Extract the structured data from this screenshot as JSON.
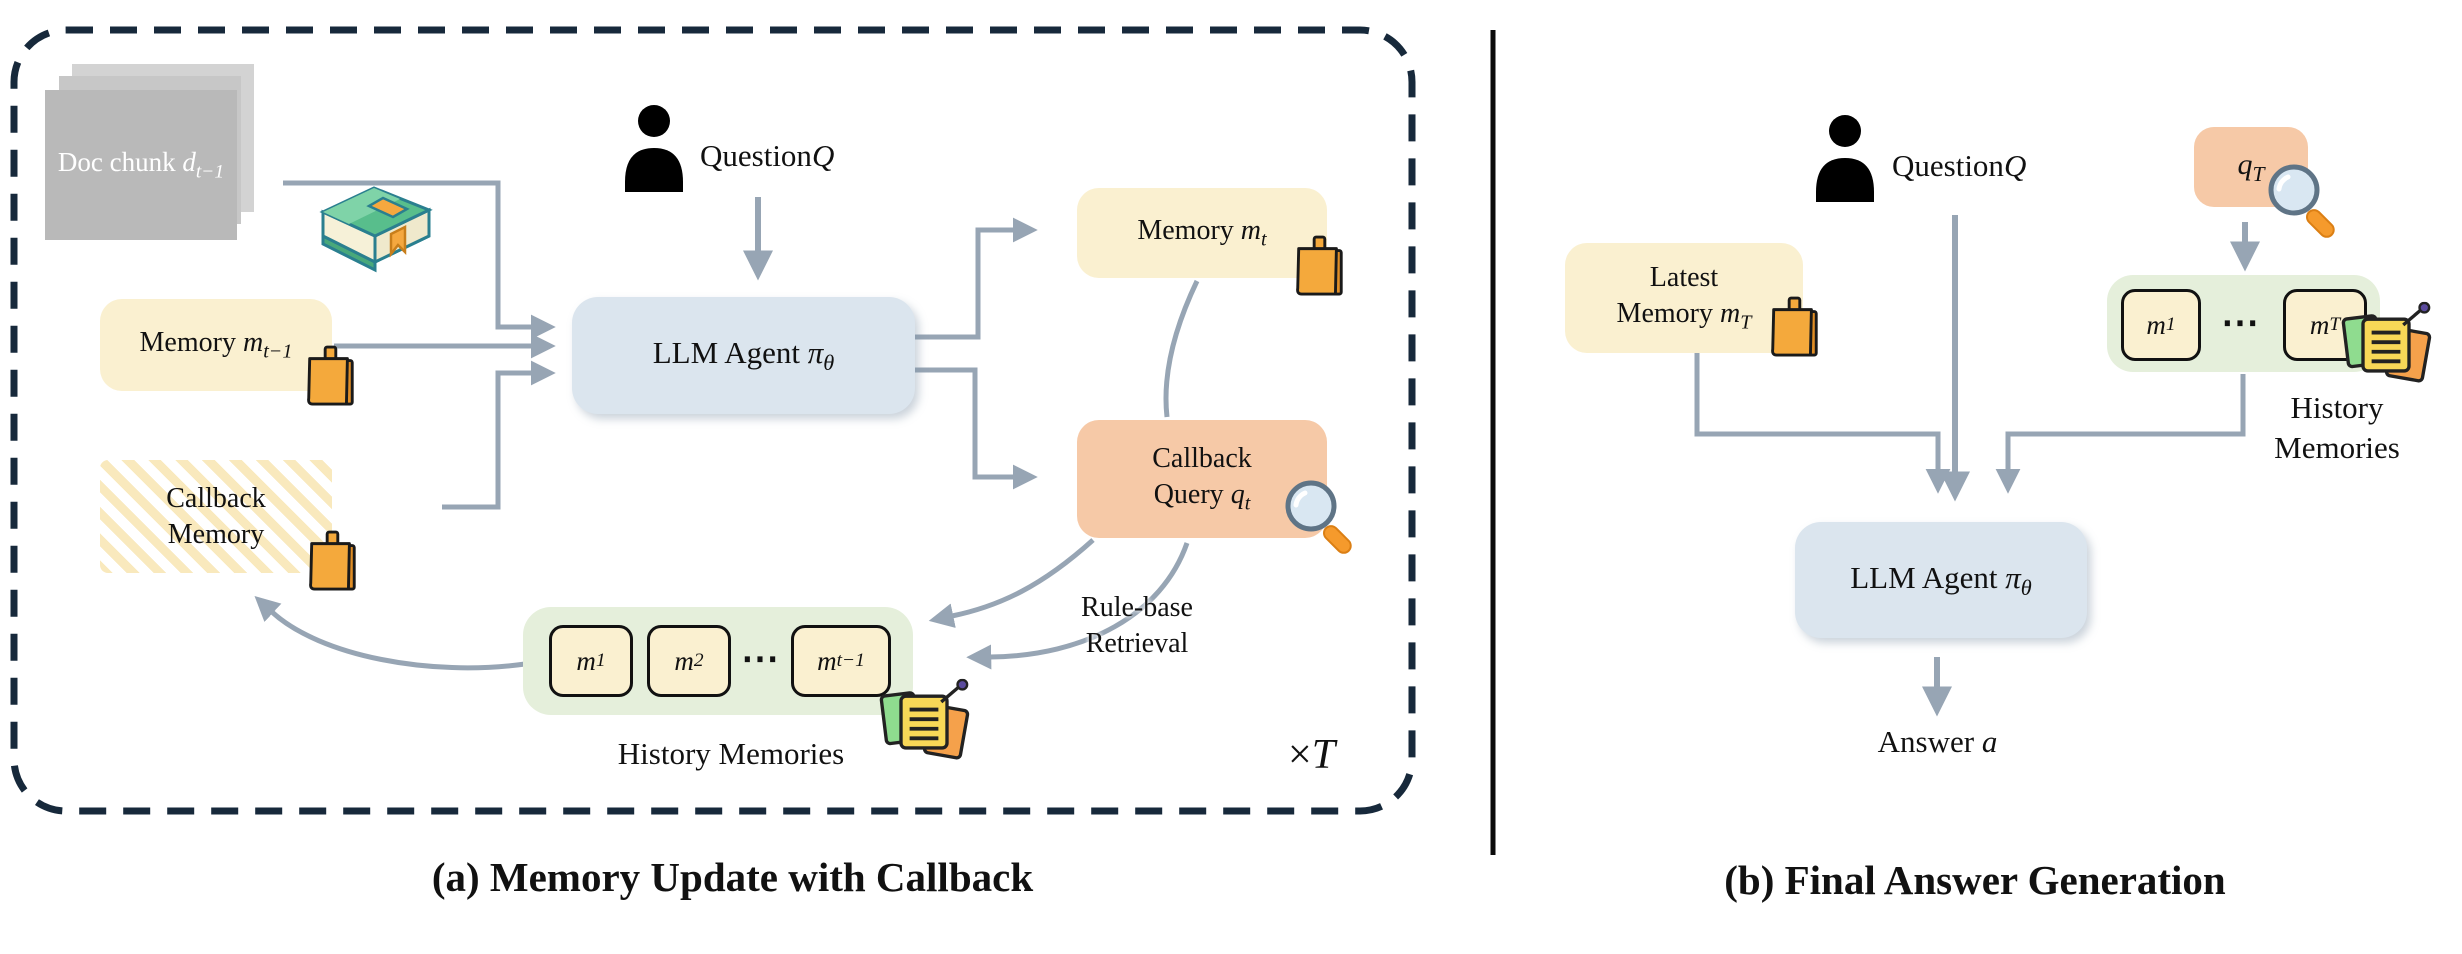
{
  "colors": {
    "memory_yellow": "#FAF0D0",
    "callback_salmon": "#F6C9A7",
    "agent_blue": "#DBE5EE",
    "history_green": "#E5EFDB",
    "arrow_gray": "#97A5B4",
    "panel_border_navy": "#17293B",
    "sticky_orange": "#F4A93C",
    "doc_gray": "#B9B9B9"
  },
  "panel_a": {
    "caption": "(a) Memory Update with Callback",
    "doc_chunk": {
      "text": "Doc chunk ",
      "var": "d",
      "sub": "t−1"
    },
    "memory_prev": {
      "text": "Memory ",
      "var": "m",
      "sub": "t−1"
    },
    "callback_memory": {
      "line1": "Callback",
      "line2": "Memory"
    },
    "question": {
      "text": "Question ",
      "var": "Q"
    },
    "llm_agent": {
      "text": "LLM Agent ",
      "var": "π",
      "sub": "θ"
    },
    "memory_t": {
      "text": "Memory ",
      "var": "m",
      "sub": "t"
    },
    "callback_query": {
      "line1": "Callback",
      "line2_text": "Query ",
      "var": "q",
      "sub": "t"
    },
    "rule_base": {
      "line1": "Rule-base",
      "line2": "Retrieval"
    },
    "history": {
      "items": [
        {
          "var": "m",
          "sub": "1"
        },
        {
          "var": "m",
          "sub": "2"
        },
        {
          "var": "m",
          "sub": "t−1"
        }
      ],
      "dots": "⋯",
      "label": "History Memories"
    },
    "loop": {
      "times": "×",
      "var": "T"
    }
  },
  "panel_b": {
    "caption": "(b) Final Answer Generation",
    "question": {
      "text": "Question ",
      "var": "Q"
    },
    "latest_memory": {
      "line1": "Latest",
      "line2_text": "Memory ",
      "var": "m",
      "sub": "T"
    },
    "callback_query": {
      "var": "q",
      "sub": "T"
    },
    "history": {
      "items": [
        {
          "var": "m",
          "sub": "1"
        },
        {
          "var": "m",
          "sub": "T"
        }
      ],
      "dots": "⋯",
      "label_line1": "History",
      "label_line2": "Memories"
    },
    "llm_agent": {
      "text": "LLM Agent ",
      "var": "π",
      "sub": "θ"
    },
    "answer": {
      "text": "Answer ",
      "var": "a"
    }
  }
}
